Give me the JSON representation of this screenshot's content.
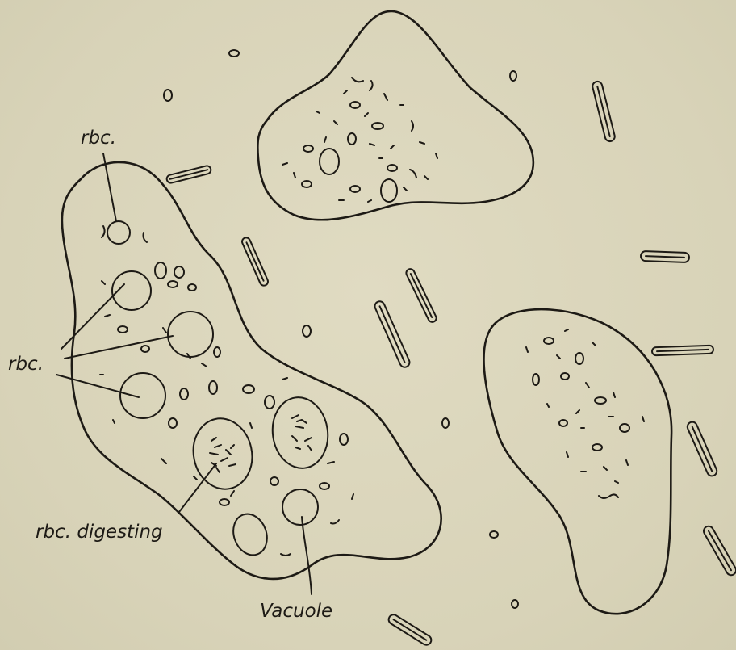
{
  "labels": {
    "rbc_top": "rbc.",
    "rbc_left": "rbc.",
    "rbc_digesting": "rbc. digesting",
    "vacuole": "Vacuole"
  }
}
